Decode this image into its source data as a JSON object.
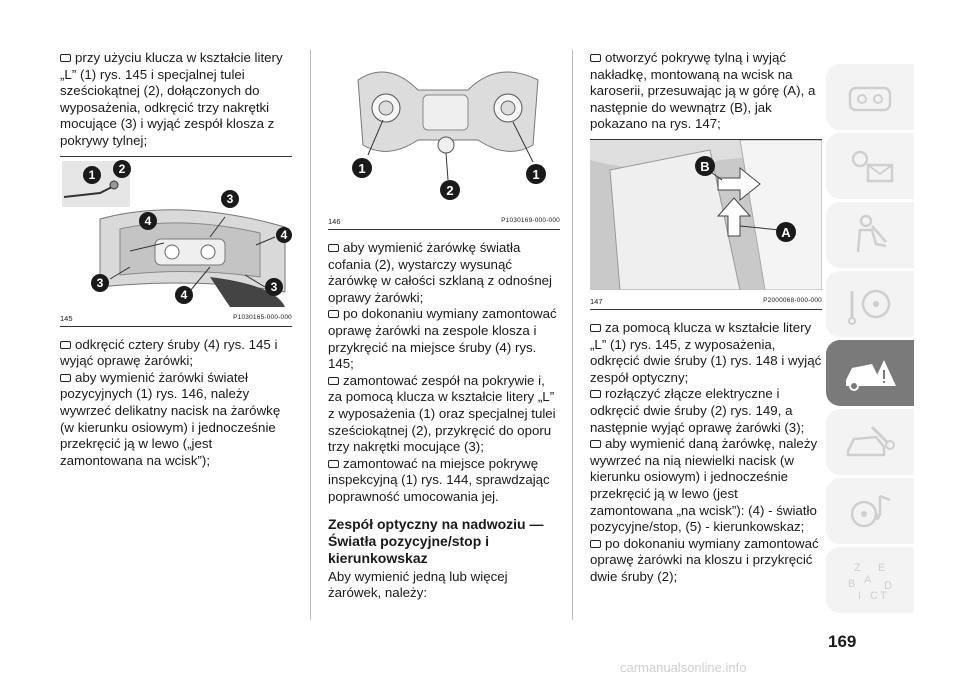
{
  "col1": {
    "p1": "przy użyciu klucza w kształcie litery „L” (1) rys. 145 i specjalnej tulei sześciokątnej (2), dołączonych do wyposażenia, odkręcić trzy nakrętki mocujące (3) i wyjąć zespół klosza z pokrywy tylnej;",
    "fig_number": "145",
    "fig_code": "P1030165-000-000",
    "fig_labels": [
      "1",
      "2",
      "3",
      "4",
      "4",
      "3",
      "4",
      "3"
    ],
    "p2": "odkręcić cztery śruby (4) rys. 145 i wyjąć oprawę żarówki;",
    "p3": "aby wymienić żarówki świateł pozycyjnych (1) rys. 146, należy wywrzeć delikatny nacisk na żarówkę (w kierunku osiowym) i jednocześnie przekręcić ją w lewo („jest zamontowana na wcisk”);"
  },
  "col2": {
    "fig_number": "146",
    "fig_code": "P1030169-000-000",
    "fig_labels": [
      "1",
      "1",
      "2"
    ],
    "p1": "aby wymienić żarówkę światła cofania (2), wystarczy wysunąć żarówkę w całości szklaną z odnośnej oprawy żarówki;",
    "p2": "po dokonaniu wymiany zamontować oprawę żarówki na zespole klosza i przykręcić na miejsce śruby (4) rys. 145;",
    "p3": "zamontować zespół na pokrywie i, za pomocą klucza w kształcie litery „L” z wyposażenia (1) oraz specjalnej tulei sześciokątnej (2), przykręcić do oporu trzy nakrętki mocujące (3);",
    "p4": "zamontować na miejsce pokrywę inspekcyjną (1) rys. 144, sprawdzając poprawność umocowania jej.",
    "heading": "Zespół optyczny na nadwoziu — Światła pozycyjne/stop i kierunkowskaz",
    "p5": "Aby wymienić jedną lub więcej żarówek, należy:"
  },
  "col3": {
    "p1": "otworzyć pokrywę tylną i wyjąć nakładkę, montowaną na wcisk na karoserii, przesuwając ją w górę (A), a następnie do wewnątrz (B), jak pokazano na rys. 147;",
    "fig_number": "147",
    "fig_code": "P2000068-000-000",
    "fig_labels": [
      "B",
      "A"
    ],
    "p2": "za pomocą klucza w kształcie litery „L” (1) rys. 145, z wyposażenia, odkręcić dwie śruby (1) rys. 148 i wyjąć zespół optyczny;",
    "p3": "rozłączyć złącze elektryczne i odkręcić dwie śruby (2) rys. 149, a następnie wyjąć oprawę żarówki (3);",
    "p4": "aby wymienić daną żarówkę, należy wywrzeć na nią niewielki nacisk (w kierunku osiowym) i jednocześnie przekręcić ją w lewo (jest zamontowana „na wcisk”): (4) - światło pozycyjne/stop, (5) - kierunkowskaz;",
    "p5": "po dokonaniu wymiany zamontować oprawę żarówki na kloszu i przykręcić dwie śruby (2);"
  },
  "page_number": "169",
  "footer": "carmanualsonline.info",
  "tabs": [
    {
      "icon": "car-dashboard-icon"
    },
    {
      "icon": "lights-message-icon"
    },
    {
      "icon": "airbag-seat-icon"
    },
    {
      "icon": "key-steering-wheel-icon"
    },
    {
      "icon": "car-breakdown-warning-icon"
    },
    {
      "icon": "service-wrench-car-icon"
    },
    {
      "icon": "media-navigation-icon"
    },
    {
      "icon": "alphabet-index-icon"
    }
  ],
  "colors": {
    "tab_active": "#7a7a7a",
    "tab": "#f3f3f3",
    "separator": "#bdbdbd"
  }
}
